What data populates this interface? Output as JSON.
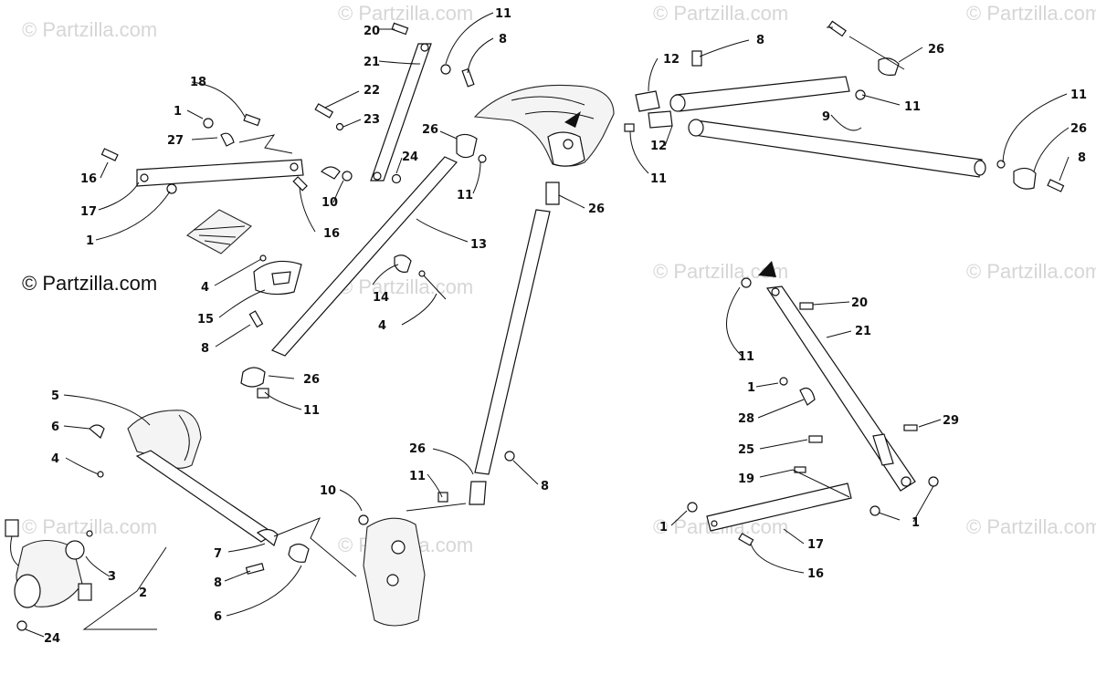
{
  "watermarks": {
    "faint": "© Partzilla.com",
    "prominent": "© Partzilla.com"
  },
  "callouts": [
    "1",
    "1",
    "1",
    "1",
    "1",
    "2",
    "3",
    "4",
    "4",
    "4",
    "5",
    "6",
    "6",
    "7",
    "8",
    "8",
    "8",
    "8",
    "8",
    "8",
    "9",
    "10",
    "10",
    "11",
    "11",
    "11",
    "11",
    "11",
    "11",
    "11",
    "11",
    "12",
    "12",
    "13",
    "14",
    "15",
    "16",
    "16",
    "16",
    "17",
    "17",
    "18",
    "19",
    "20",
    "20",
    "21",
    "21",
    "22",
    "23",
    "24",
    "24",
    "25",
    "26",
    "26",
    "26",
    "26",
    "26",
    "26",
    "27",
    "28",
    "29"
  ],
  "labels": {
    "c1a": "1",
    "c1b": "1",
    "c1c": "1",
    "c1d": "1",
    "c1e": "1",
    "c2": "2",
    "c3": "3",
    "c4a": "4",
    "c4b": "4",
    "c4c": "4",
    "c5": "5",
    "c6a": "6",
    "c6b": "6",
    "c7": "7",
    "c8a": "8",
    "c8b": "8",
    "c8c": "8",
    "c8d": "8",
    "c8e": "8",
    "c8f": "8",
    "c9": "9",
    "c10a": "10",
    "c10b": "10",
    "c11a": "11",
    "c11b": "11",
    "c11c": "11",
    "c11d": "11",
    "c11e": "11",
    "c11f": "11",
    "c11g": "11",
    "c11h": "11",
    "c12a": "12",
    "c12b": "12",
    "c13": "13",
    "c14": "14",
    "c15": "15",
    "c16a": "16",
    "c16b": "16",
    "c16c": "16",
    "c17a": "17",
    "c17b": "17",
    "c18": "18",
    "c19": "19",
    "c20a": "20",
    "c20b": "20",
    "c21a": "21",
    "c21b": "21",
    "c22": "22",
    "c23": "23",
    "c24a": "24",
    "c24b": "24",
    "c25": "25",
    "c26a": "26",
    "c26b": "26",
    "c26c": "26",
    "c26d": "26",
    "c26e": "26",
    "c26f": "26",
    "c27": "27",
    "c28": "28",
    "c29": "29"
  },
  "colors": {
    "line": "#111111",
    "watermark": "#d6d6d6",
    "background": "#ffffff"
  }
}
